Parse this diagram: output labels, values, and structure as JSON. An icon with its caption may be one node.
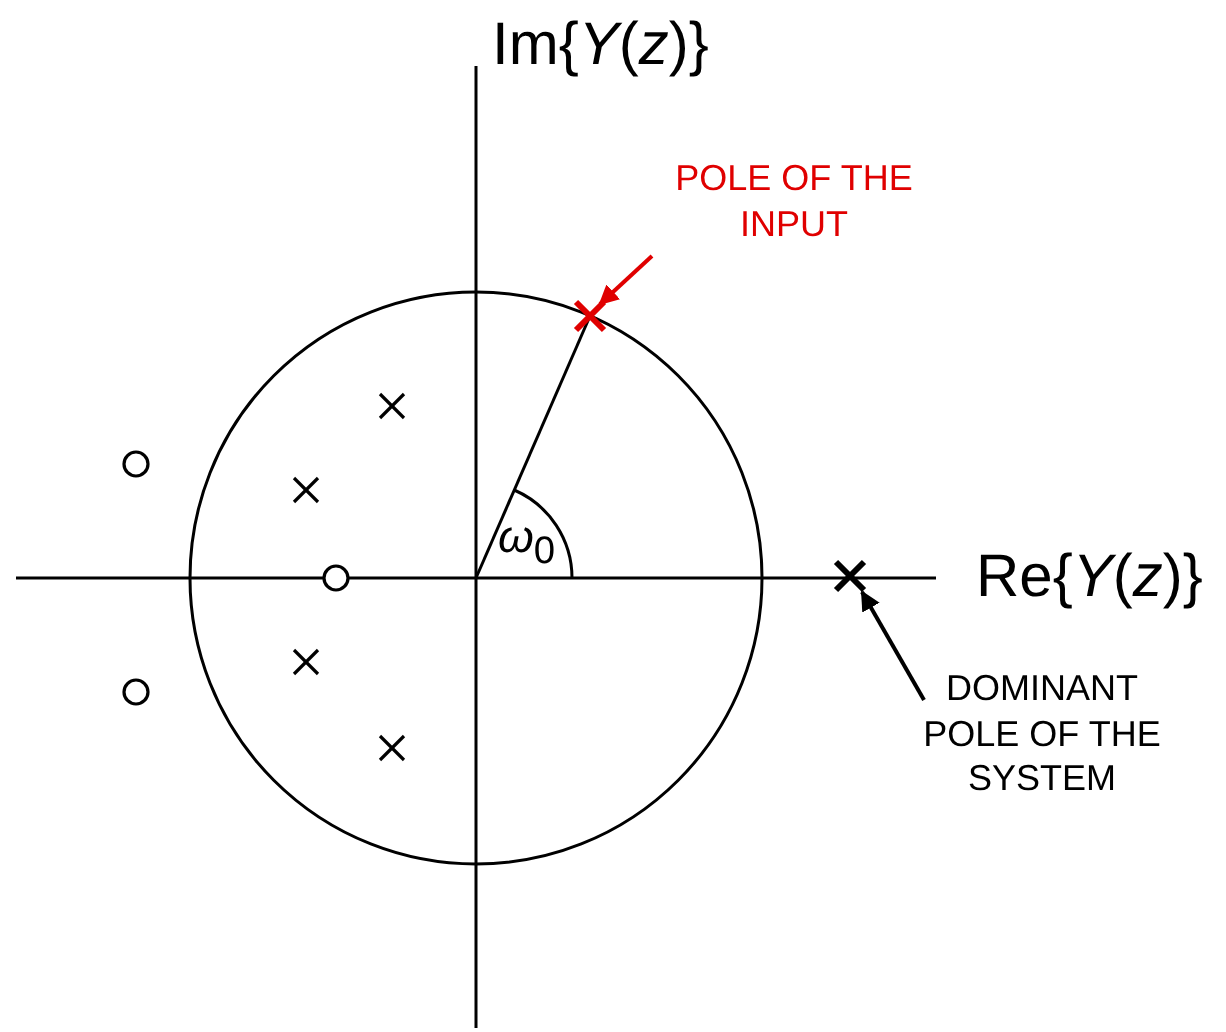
{
  "diagram": {
    "nodes": [
      {
        "text": [
          "POLE OF THE INPUT"
        ]
      },
      {
        "text": [],
        "shape": "cross"
      },
      {
        "text": [
          "DOMINANT POLE OF THE SYSTEM"
        ]
      },
      {
        "text": [],
        "shape": "cross"
      }
    ],
    "edges": [
      {
        "from": 0,
        "to": 1,
        "arrow": "to",
        "color": "#e00000"
      },
      {
        "from": 2,
        "to": 3,
        "arrow": "to",
        "color": "#000000"
      }
    ],
    "labels": [
      "Im{*Y*(*z*)}",
      "*ω*$_{0}$",
      "Re{*Y*(*z*)}"
    ]
  }
}
